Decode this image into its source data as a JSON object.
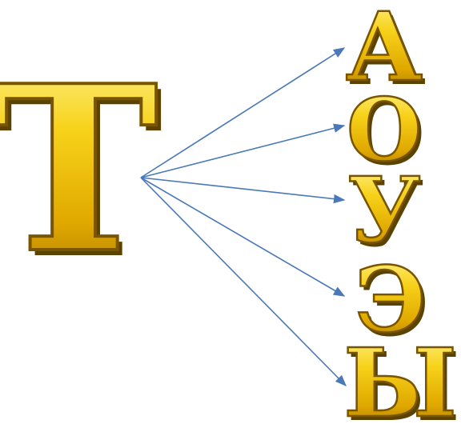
{
  "source_letter": "Т",
  "target_letters": [
    "А",
    "О",
    "У",
    "Э",
    "Ы"
  ],
  "colors": {
    "letter_light": "#fff27a",
    "letter_mid": "#f2c414",
    "letter_dark": "#a87a00",
    "letter_shadow": "#5c4200",
    "arrow": "#4a78b8"
  }
}
